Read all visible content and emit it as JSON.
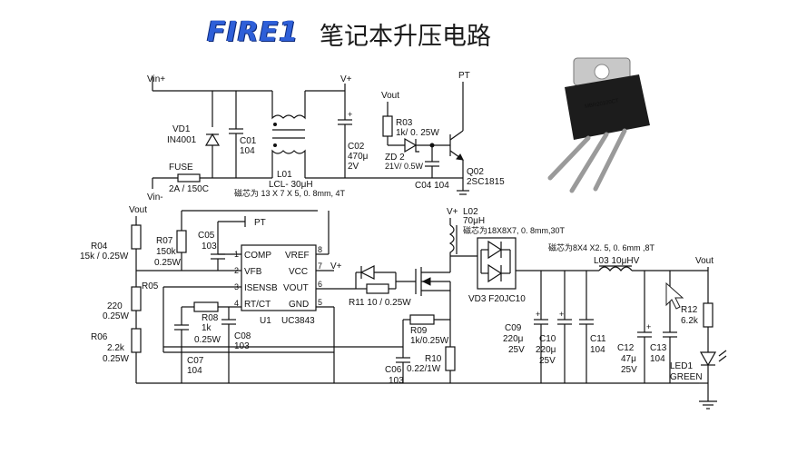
{
  "header": {
    "logo_text": "FIRE1",
    "title": "笔记本升压电路"
  },
  "nets": {
    "vin_plus": "Vin+",
    "vin_minus": "Vin-",
    "v_plus": "V+",
    "v_plus2": "V+",
    "v_plus3": "V+",
    "vout_top": "Vout",
    "vout_left": "Vout",
    "vout_right": "Vout",
    "pt_top": "PT",
    "pt_ic": "PT"
  },
  "components": {
    "vd1": "VD1",
    "vd1_val": "IN4001",
    "c01": "C01",
    "c01_val": "104",
    "fuse": "FUSE",
    "fuse_val": "2A / 150C",
    "l01": "L01",
    "l01_val": "LCL- 30μH",
    "l01_core": "磁芯为 13 X 7 X 5, 0. 8mm, 4T",
    "c02": "C02",
    "c02_val": "470μ",
    "c02_v": "2V",
    "r03": "R03",
    "r03_val": "1k/ 0. 25W",
    "zd2": "ZD 2",
    "zd2_val": "21V/ 0.5W",
    "c04": "C04 104",
    "q02": "Q02",
    "q02_val": "2SC1815",
    "c05": "C05",
    "c05_val": "103",
    "r07": "R07",
    "r07_val": "150k",
    "r07_w": "0.25W",
    "r04": "R04",
    "r04_val": "15k / 0.25W",
    "r05": "R05",
    "r05_val": "220",
    "r05_w": "0.25W",
    "r06": "R06",
    "r06_val": "2.2k",
    "r06_w": "0.25W",
    "r08": "R08",
    "r08_val": "1k",
    "r08_w": "0.25W",
    "c07": "C07",
    "c07_val": "104",
    "c08": "C08",
    "c08_val": "103",
    "u1": "U1",
    "u1_part": "UC3843",
    "r11": "R11 10 / 0.25W",
    "r09": "R09",
    "r09_val": "1k/0.25W",
    "c06": "C06",
    "c06_val": "103",
    "r10": "R10",
    "r10_val": "0.22/1W",
    "l02": "L02",
    "l02_val": "70μH",
    "l02_core": "磁芯为18X8X7, 0. 8mm,30T",
    "vd3": "VD3 F20JC10",
    "l03_core": "磁芯为8X4 X2. 5, 0. 6mm ,8T",
    "l03": "L03 10μHV",
    "c09": "C09",
    "c09_val": "220μ",
    "c09_v": "25V",
    "c10": "C10",
    "c10_val": "220μ",
    "c10_v": "25V",
    "c11": "C11",
    "c11_val": "104",
    "c12": "C12",
    "c12_val": "47μ",
    "c12_v": "25V",
    "c13": "C13",
    "c13_val": "104",
    "r12": "R12",
    "r12_val": "6.2k",
    "led1": "LED1",
    "led1_val": "GREEN"
  },
  "ic": {
    "pins": [
      {
        "num": "1",
        "name": "COMP"
      },
      {
        "num": "2",
        "name": "VFB"
      },
      {
        "num": "3",
        "name": "ISENSB"
      },
      {
        "num": "4",
        "name": "RT/CT"
      },
      {
        "num": "8",
        "name": "VREF"
      },
      {
        "num": "7",
        "name": "VCC"
      },
      {
        "num": "6",
        "name": "VOUT"
      },
      {
        "num": "5",
        "name": "GND"
      }
    ]
  },
  "photo": {
    "part_marking": "MBR20100CT"
  },
  "cursor": {
    "icon": "mouse-pointer-icon"
  }
}
